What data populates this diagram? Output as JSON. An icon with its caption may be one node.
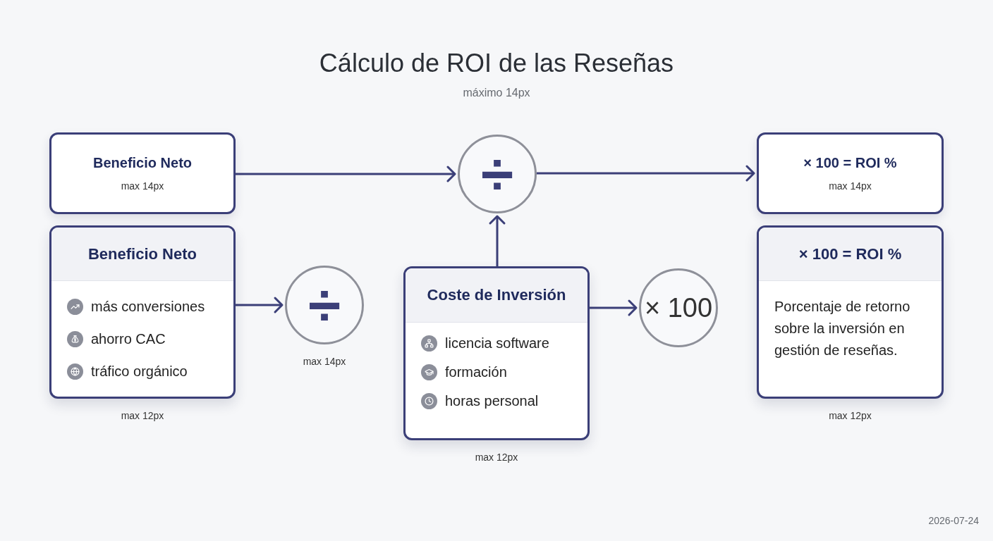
{
  "diagram": {
    "title": "Cálculo de ROI de las Reseñas",
    "nodes": [
      {
        "text": [
          "Beneficio Neto",
          "max 14px"
        ]
      },
      {
        "text": [
          "Beneficio Neto",
          "más conversiones",
          "ahorro CAC",
          "tráfico orgánico"
        ],
        "beside": [
          "max 12px"
        ]
      },
      {
        "text": [
          "÷"
        ],
        "beside": [
          "max 14px"
        ]
      },
      {
        "text": [
          "÷"
        ]
      },
      {
        "text": [
          "Coste de Inversión",
          "licencia software",
          "formación",
          "horas personal"
        ],
        "beside": [
          "max 12px"
        ]
      },
      {
        "text": [
          "× 100"
        ]
      },
      {
        "text": [
          "× 100 = ROI %",
          "max 14px"
        ]
      },
      {
        "text": [
          "× 100 = ROI %",
          "Porcentaje de retorno sobre la inversión en gestión de reseñas."
        ],
        "beside": [
          "max 12px"
        ]
      }
    ],
    "edges": [
      {
        "from": 0,
        "to": 3,
        "arrow": "to"
      },
      {
        "from": 3,
        "to": 6,
        "arrow": "to"
      },
      {
        "from": 1,
        "to": 2,
        "arrow": "to"
      },
      {
        "from": 4,
        "to": 3,
        "arrow": "to"
      },
      {
        "from": 4,
        "to": 5,
        "arrow": "to"
      }
    ],
    "labels": [
      "máximo 14px",
      "2026-07-24"
    ]
  }
}
